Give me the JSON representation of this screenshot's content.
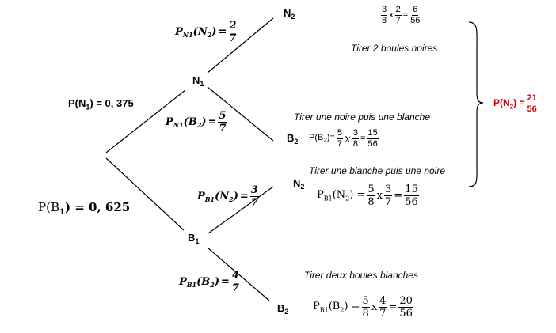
{
  "nodes": {
    "n1": {
      "base": "N",
      "sub": "1"
    },
    "b1": {
      "base": "B",
      "sub": "1"
    },
    "n2_top": {
      "base": "N",
      "sub": "2"
    },
    "b2_top": {
      "base": "B",
      "sub": "2"
    },
    "n2_bottom": {
      "base": "N",
      "sub": "2"
    },
    "b2_bottom": {
      "base": "B",
      "sub": "2"
    }
  },
  "branches": {
    "p_n1": {
      "prefix": "P(N",
      "sub": "1",
      "suffix": ") = 0, 375"
    },
    "p_b1": {
      "prefix": "P(B",
      "sub": "1",
      "suffix": ") = 0, 625"
    },
    "p_n1_n2": {
      "P": "P",
      "cond_base": "N",
      "cond_sub": "1",
      "ev_base": "N",
      "ev_sub": "2",
      "eq": "=",
      "num": "2",
      "den": "7"
    },
    "p_n1_b2": {
      "P": "P",
      "cond_base": "N",
      "cond_sub": "1",
      "ev_base": "B",
      "ev_sub": "2",
      "eq": "=",
      "num": "5",
      "den": "7"
    },
    "p_b1_n2": {
      "P": "P",
      "cond_base": "B",
      "cond_sub": "1",
      "ev_base": "N",
      "ev_sub": "2",
      "eq": "=",
      "num": "3",
      "den": "7"
    },
    "p_b1_b2": {
      "P": "P",
      "cond_base": "B",
      "cond_sub": "1",
      "ev_base": "B",
      "ev_sub": "2",
      "eq": "=",
      "num": "4",
      "den": "7"
    }
  },
  "outcomes": {
    "nn": {
      "caption": "Tirer 2 boules noires",
      "calc": {
        "f1n": "3",
        "f1d": "8",
        "op": "x",
        "f2n": "2",
        "f2d": "7",
        "eq": "=",
        "rn": "6",
        "rd": "56"
      }
    },
    "nb": {
      "caption": "Tirer une noire puis une blanche",
      "calc": {
        "lhs": "P(B",
        "lhs_sub": "2",
        "lhs_end": ")=",
        "f1n": "5",
        "f1d": "7",
        "op": "x",
        "f2n": "3",
        "f2d": "8",
        "eq": "=",
        "rn": "15",
        "rd": "56"
      }
    },
    "bn": {
      "caption": "Tirer une blanche puis une noire",
      "calc": {
        "lhs": "P",
        "lhs_sub": "B1",
        "lhs_end": "(N",
        "lhs_sub2": "2",
        "lhs_close": ") =",
        "f1n": "5",
        "f1d": "8",
        "op": "x",
        "f2n": "3",
        "f2d": "7",
        "eq": "=",
        "rn": "15",
        "rd": "56"
      }
    },
    "bb": {
      "caption": "Tirer deux boules blanches",
      "calc": {
        "lhs": "P",
        "lhs_sub": "B1",
        "lhs_end": "(B",
        "lhs_sub2": "2",
        "lhs_close": ") =",
        "f1n": "5",
        "f1d": "8",
        "op": "x",
        "f2n": "4",
        "f2d": "7",
        "eq": "=",
        "rn": "20",
        "rd": "56"
      }
    }
  },
  "total": {
    "prefix": "P(N",
    "sub": "2",
    "suffix": ") =",
    "num": "21",
    "den": "56",
    "color": "#d40000"
  }
}
